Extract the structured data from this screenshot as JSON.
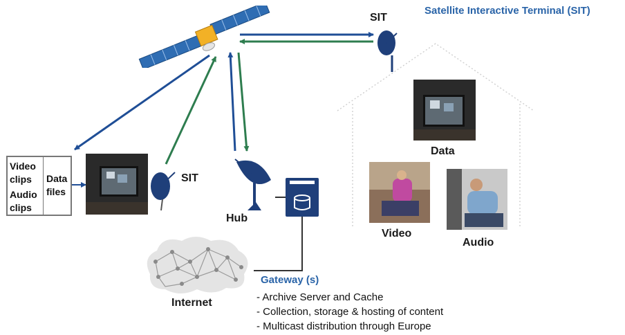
{
  "title": "Satellite Interactive Terminal (SIT)",
  "labels": {
    "sit_top": "SIT",
    "sit_left": "SIT",
    "hub": "Hub",
    "internet": "Internet",
    "data": "Data",
    "video": "Video",
    "audio": "Audio"
  },
  "content_box": {
    "video_clips": "Video clips",
    "audio_clips": "Audio clips",
    "data_files": "Data files"
  },
  "gateway": {
    "title": "Gateway (s)",
    "items": [
      "- Archive Server and Cache",
      "- Collection, storage & hosting of content",
      "- Multicast distribution through  Europe"
    ]
  },
  "colors": {
    "downlink_arrow": "#1f4e96",
    "uplink_arrow": "#2e7d4f",
    "title_blue": "#2a64a8",
    "dish": "#1f3f7a"
  },
  "icons": [
    "satellite-icon",
    "dish-icon",
    "hub-antenna-icon",
    "server-icon",
    "internet-cloud-icon",
    "house-outline-icon"
  ]
}
